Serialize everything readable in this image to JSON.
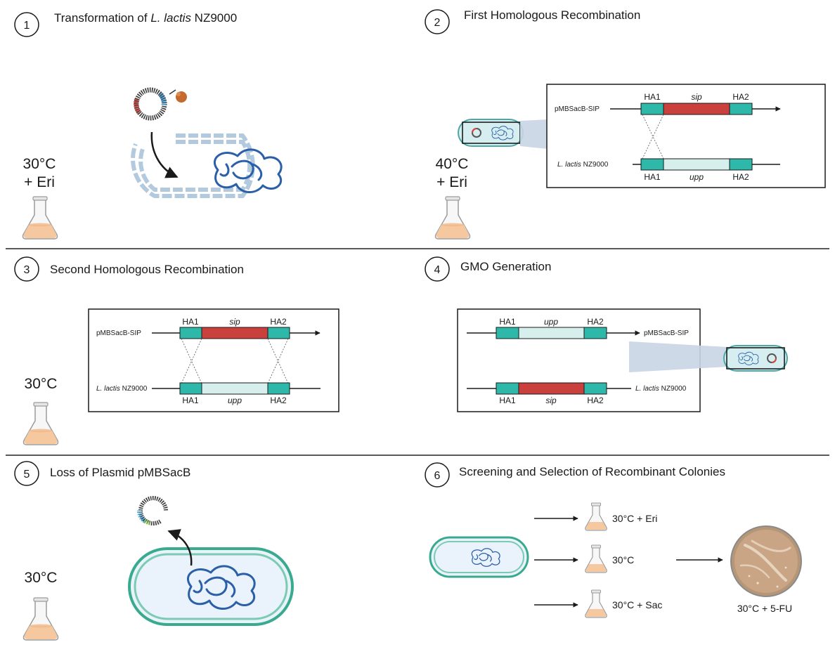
{
  "steps": [
    {
      "number": "1",
      "title_pre": "Transformation of ",
      "title_italic": "L. lactis",
      "title_post": " NZ9000",
      "condition_line1": "30°C",
      "condition_line2": "+ Eri"
    },
    {
      "number": "2",
      "title": "First Homologous Recombination",
      "condition_line1": "40°C",
      "condition_line2": "+ Eri"
    },
    {
      "number": "3",
      "title": "Second Homologous Recombination",
      "condition_line1": "30°C"
    },
    {
      "number": "4",
      "title": "GMO Generation"
    },
    {
      "number": "5",
      "title": "Loss of Plasmid pMBSacB",
      "condition_line1": "30°C"
    },
    {
      "number": "6",
      "title": "Screening and Selection of Recombinant Colonies"
    }
  ],
  "labels": {
    "plasmid": "pMBSacB-SIP",
    "strain_italic": "L. lactis",
    "strain_suffix": " NZ9000",
    "ha1": "HA1",
    "ha2": "HA2",
    "sip": "sip",
    "upp": "upp"
  },
  "screening": {
    "flask_1": "30°C + Eri",
    "flask_2": "30°C",
    "flask_3": "30°C + Sac",
    "plate": "30°C + 5-FU"
  },
  "colors": {
    "ha": "#2eb8aa",
    "sip": "#c9403c",
    "upp": "#d7efec",
    "dna": "#2b5fa8",
    "membrane_dashed": "#b2c9de",
    "membrane_green": "#3aaa8f",
    "flask_liquid": "#f5c8a0",
    "zoom_cone": "#c9d5e4",
    "plate_agar": "#c9a585"
  }
}
